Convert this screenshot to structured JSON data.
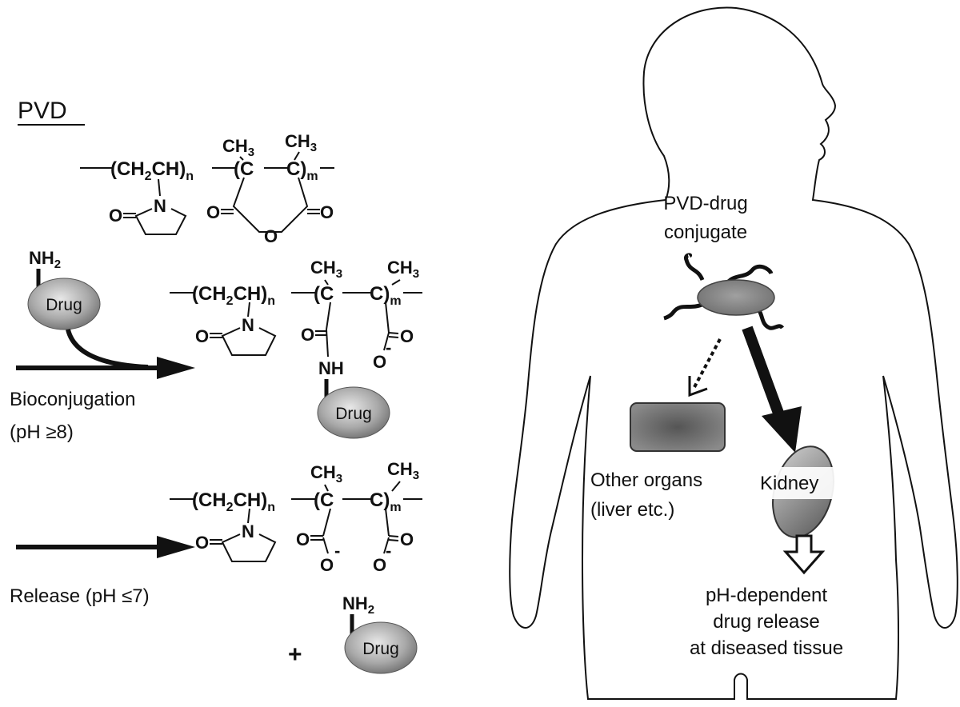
{
  "title": "PVD",
  "chem": {
    "ch2ch": "(CH",
    "two": "2",
    "ch_n": "CH)",
    "n": "n",
    "c_open": "(C",
    "c_close": "C)",
    "m": "m",
    "ch3": "CH",
    "three": "3",
    "N": "N",
    "O": "O",
    "NH": "NH",
    "minus": "-",
    "NH2": "NH",
    "two_sub": "2"
  },
  "drug_label": "Drug",
  "steps": {
    "bioconjugation": "Bioconjugation",
    "bioconjugation_ph": "(pH ≥8)",
    "release": "Release (pH ≤7)"
  },
  "plus": "+",
  "body": {
    "conjugate_line1": "PVD-drug",
    "conjugate_line2": "conjugate",
    "other_organs_line1": "Other organs",
    "other_organs_line2": "(liver etc.)",
    "kidney": "Kidney",
    "release_line1": "pH-dependent",
    "release_line2": "drug release",
    "release_line3": "at diseased tissue"
  }
}
